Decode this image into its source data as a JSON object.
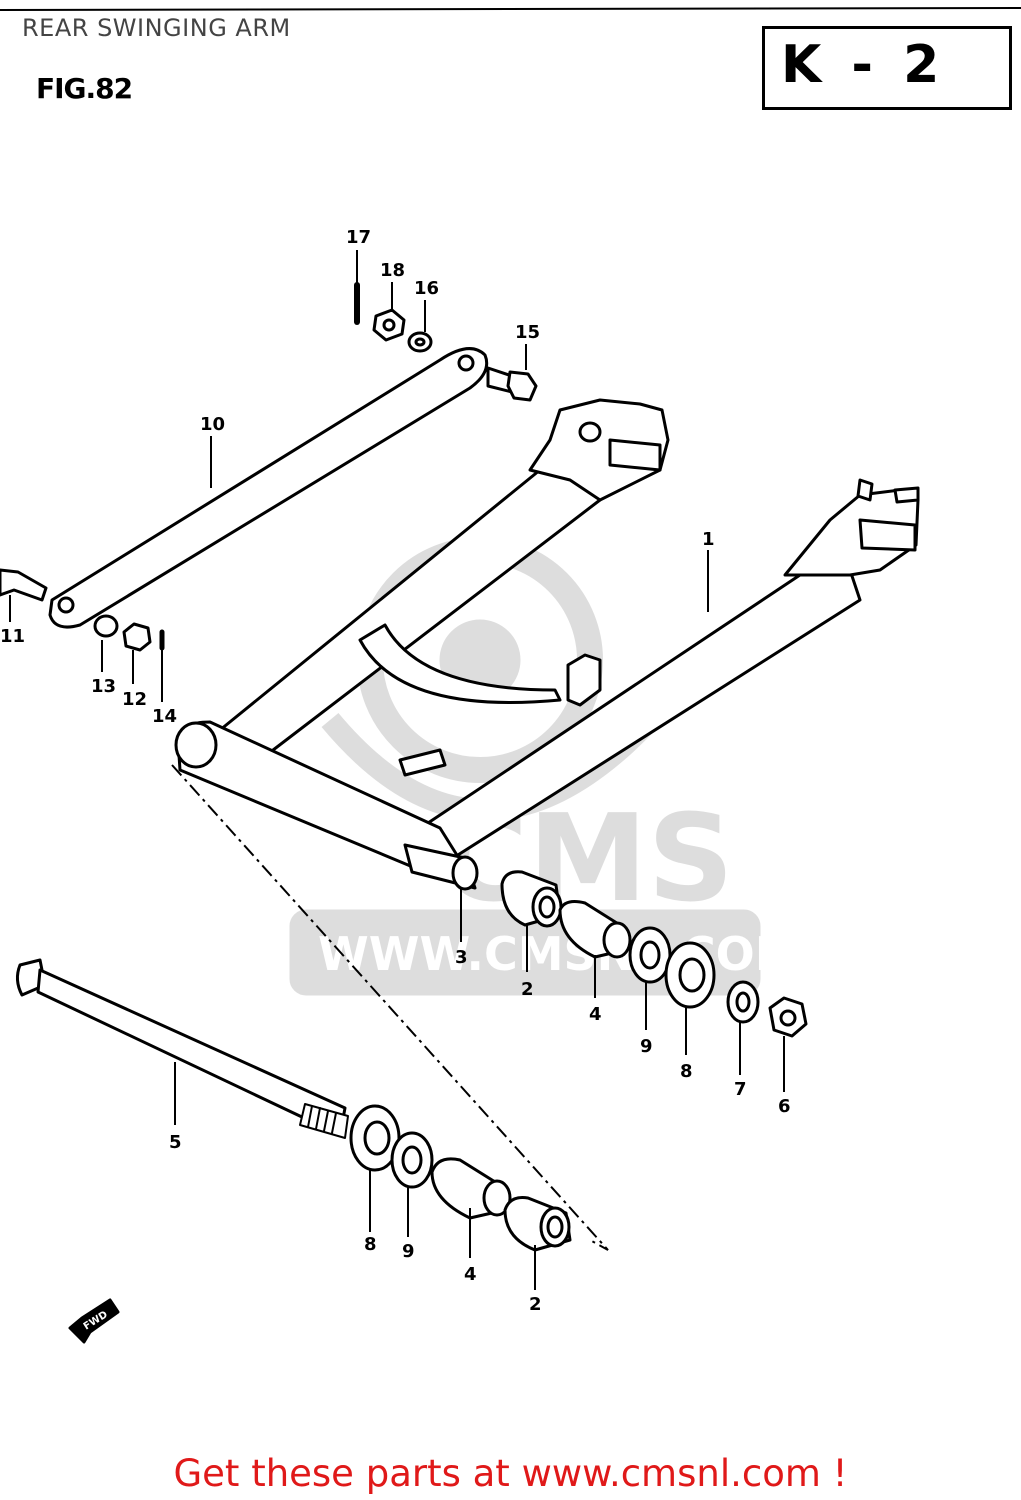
{
  "header": {
    "title": "REAR SWINGING ARM",
    "figure": "FIG.82",
    "section_code": "K - 2"
  },
  "watermark": {
    "brand": "CMS",
    "url": "WWW.CMSNL.COM"
  },
  "callouts": [
    "1",
    "2",
    "3",
    "4",
    "5",
    "6",
    "7",
    "8",
    "9",
    "10",
    "11",
    "12",
    "13",
    "14",
    "15",
    "16",
    "17",
    "18",
    "2",
    "4",
    "8",
    "9"
  ],
  "forward_marker": "FWD",
  "footer": {
    "text": "Get these parts at www.cmsnl.com !",
    "color": "#e01919"
  }
}
